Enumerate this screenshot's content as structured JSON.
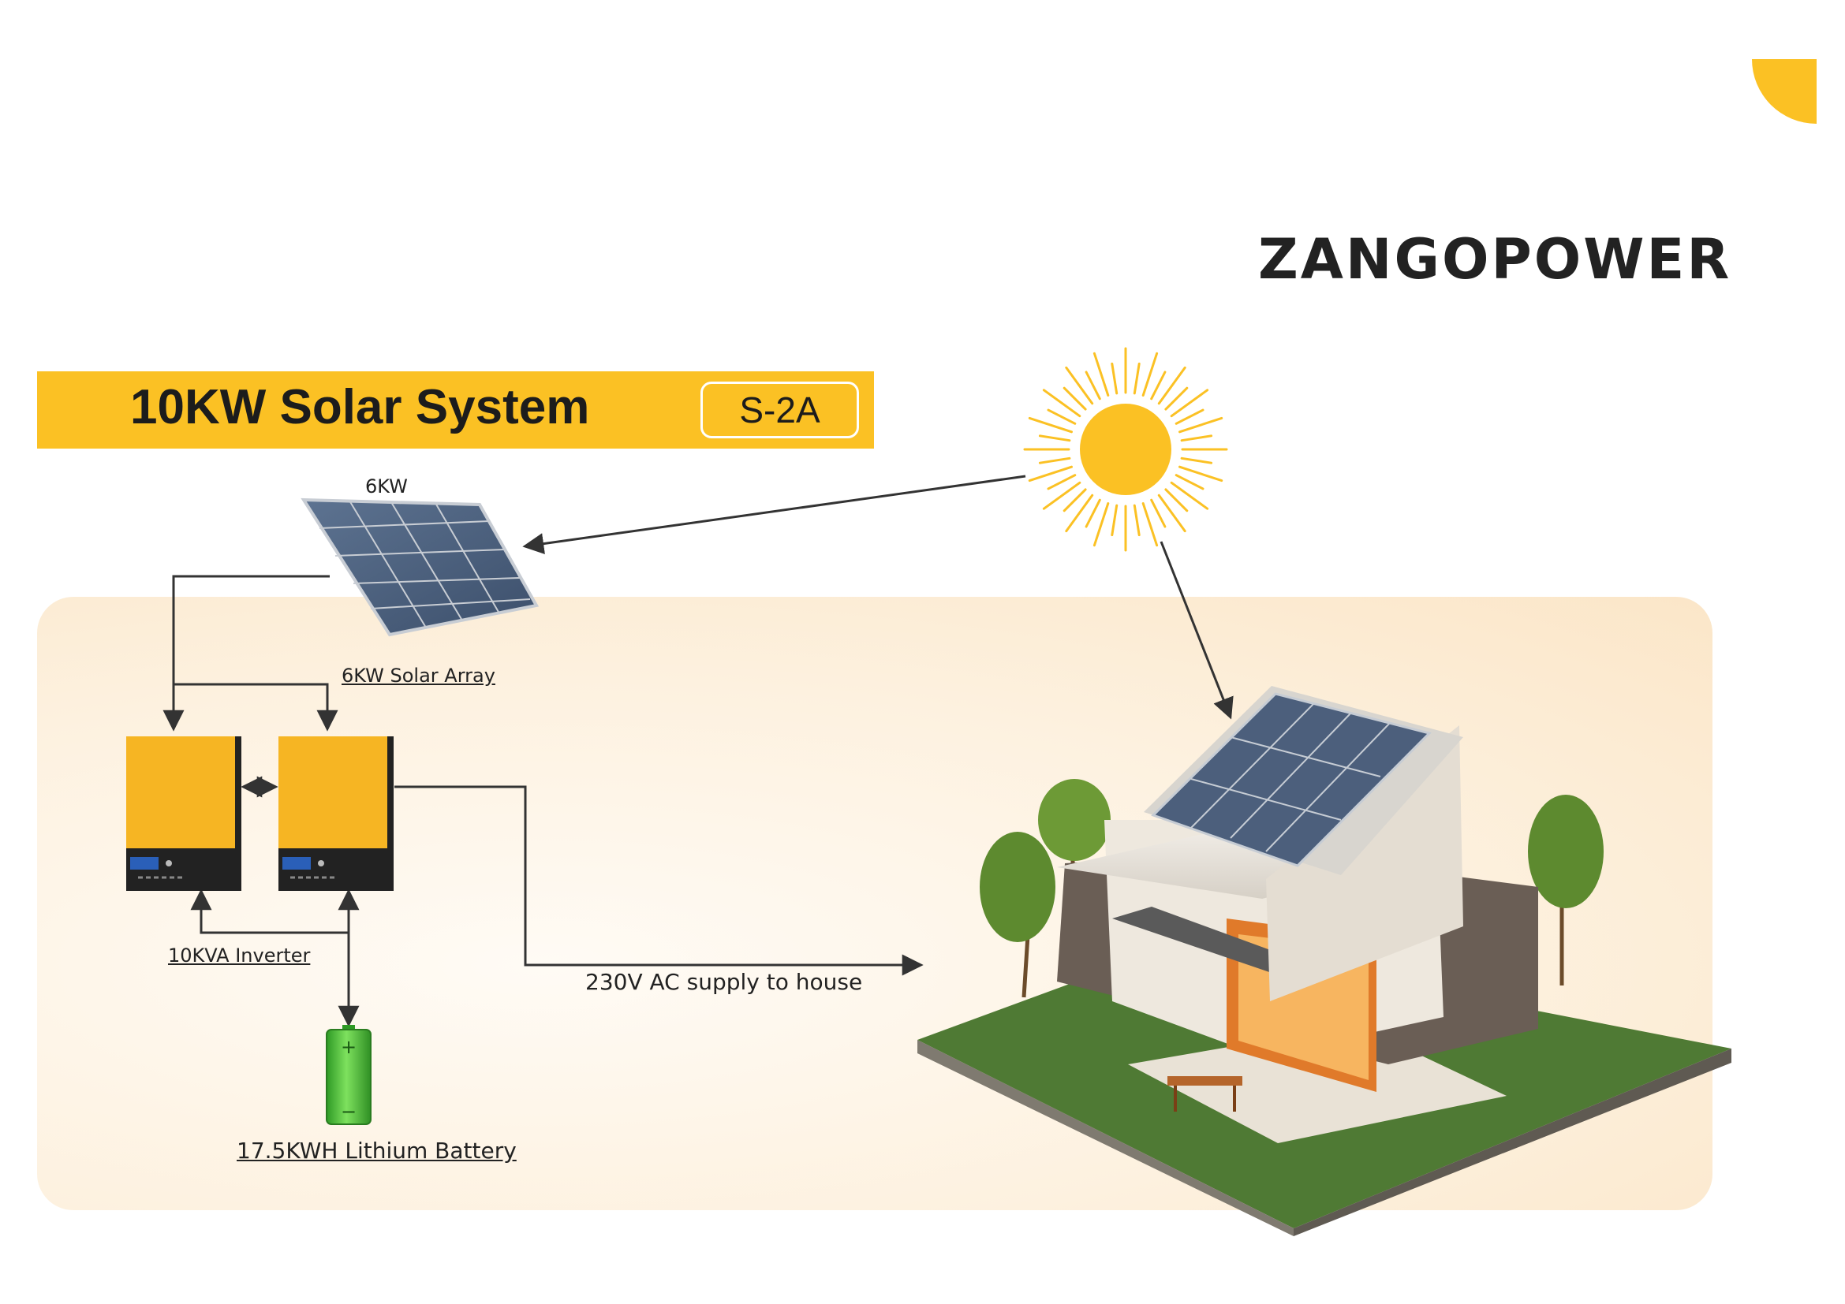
{
  "brand": {
    "name": "ZANGOPOWER",
    "accent_color": "#fbc124"
  },
  "title": {
    "text": "10KW Solar System",
    "code": "S-2A"
  },
  "labels": {
    "panel_power": "6KW",
    "solar_array": "6KW Solar Array",
    "inverter": "10KVA Inverter",
    "battery": "17.5KWH Lithium Battery",
    "ac_supply": "230V AC supply to house"
  },
  "components": [
    {
      "name": "sun",
      "icon": "sun-icon"
    },
    {
      "name": "solar-panel",
      "icon": "solar-panel-icon"
    },
    {
      "name": "inverter-1",
      "icon": "inverter-icon"
    },
    {
      "name": "inverter-2",
      "icon": "inverter-icon"
    },
    {
      "name": "battery",
      "icon": "battery-icon"
    },
    {
      "name": "house",
      "icon": "house-icon"
    }
  ],
  "colors": {
    "inverter_body": "#f6b523",
    "battery": "#4cc43a",
    "line": "#333333"
  }
}
